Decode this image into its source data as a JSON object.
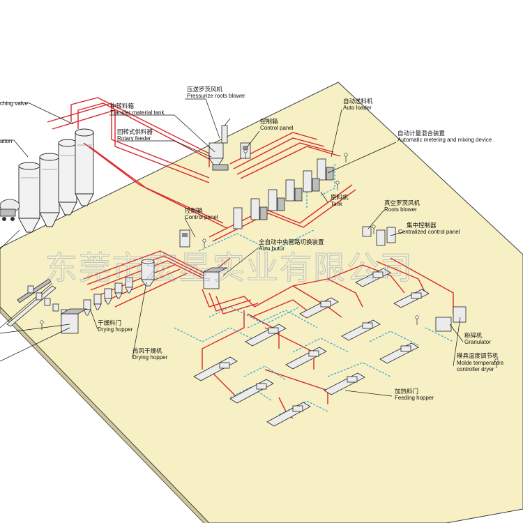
{
  "labels": {
    "switching_valve": "ching valve",
    "station": "ation",
    "transfer_tank_cn": "中转料箱",
    "transfer_tank_en": "Transfer material tank",
    "roots_blower_press_cn": "压送罗茨风机",
    "roots_blower_press_en": "Pressurize roots blower",
    "rotary_feeder_cn": "回转式供料器",
    "rotary_feeder_en": "Rotary feeder",
    "control_panel_top_cn": "控制箱",
    "control_panel_top_en": "Control panel",
    "auto_loader_cn": "自动送料机",
    "auto_loader_en": "Auto loader",
    "metering_cn": "自动计量混合装置",
    "metering_en": "Automatic metering and mixing device",
    "control_panel_mid_cn": "控制箱",
    "control_panel_mid_en": "Control panel",
    "tank_cn": "原料机",
    "tank_en": "Tank",
    "auto_butur_cn": "全自动中央管路切换装置",
    "auto_butur_en": "Auto butur",
    "roots_blower_vac_cn": "真空罗茨风机",
    "roots_blower_vac_en": "Roots blower",
    "central_panel_cn": "集中控制器",
    "central_panel_en": "Centralized control panel",
    "drying_hopper_small_cn": "干燥料门",
    "drying_hopper_small_en": "Drying hopper",
    "drying_hopper_cn": "热风干燥机",
    "drying_hopper_en": "Drying hopper",
    "granulator_cn": "粉碎机",
    "granulator_en": "Granulator",
    "mold_temp_cn": "模具温度调节机",
    "mold_temp_en1": "Molde temperature",
    "mold_temp_en2": "controller dryer",
    "feeding_hopper_cn": "加热料门",
    "feeding_hopper_en": "Feeding hopper"
  },
  "watermark": "东莞市宏星实业有限公司",
  "colors": {
    "floor": "#f6f0c4",
    "floor_edge": "#3a3a3a",
    "pipe_red": "#d9262b",
    "pipe_blue": "#1f9ed8"
  }
}
